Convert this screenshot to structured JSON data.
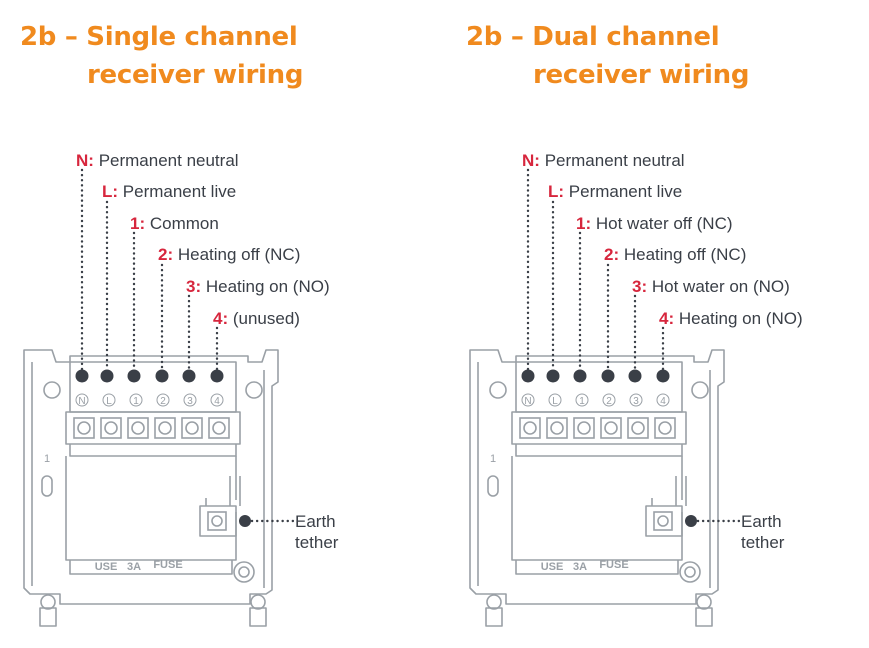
{
  "colors": {
    "title": "#f08a1e",
    "terminal_code": "#d7263d",
    "body_text": "#3a3f47",
    "line_art": "#9aa0a6",
    "dots": "#3a3f47"
  },
  "panels": [
    {
      "title_line1": "2b – Single channel",
      "title_line2": "receiver wiring",
      "terminals": [
        {
          "code": "N:",
          "desc": "Permanent neutral"
        },
        {
          "code": "L:",
          "desc": "Permanent live"
        },
        {
          "code": "1:",
          "desc": "Common"
        },
        {
          "code": "2:",
          "desc": "Heating off (NC)"
        },
        {
          "code": "3:",
          "desc": "Heating on (NO)"
        },
        {
          "code": "4:",
          "desc": "(unused)"
        }
      ],
      "earth_line1": "Earth",
      "earth_line2": "tether",
      "terminal_markings": [
        "N",
        "L",
        "1",
        "2",
        "3",
        "4"
      ],
      "plate_number": "1",
      "fuse_text": [
        "USE",
        "3A",
        "FUSE"
      ]
    },
    {
      "title_line1": "2b –  Dual channel",
      "title_line2": "receiver wiring",
      "terminals": [
        {
          "code": "N:",
          "desc": "Permanent neutral"
        },
        {
          "code": "L:",
          "desc": "Permanent live"
        },
        {
          "code": "1:",
          "desc": "Hot water off (NC)"
        },
        {
          "code": "2:",
          "desc": "Heating off (NC)"
        },
        {
          "code": "3:",
          "desc": "Hot water on (NO)"
        },
        {
          "code": "4:",
          "desc": "Heating on (NO)"
        }
      ],
      "earth_line1": "Earth",
      "earth_line2": "tether",
      "terminal_markings": [
        "N",
        "L",
        "1",
        "2",
        "3",
        "4"
      ],
      "plate_number": "1",
      "fuse_text": [
        "USE",
        "3A",
        "FUSE"
      ]
    }
  ]
}
